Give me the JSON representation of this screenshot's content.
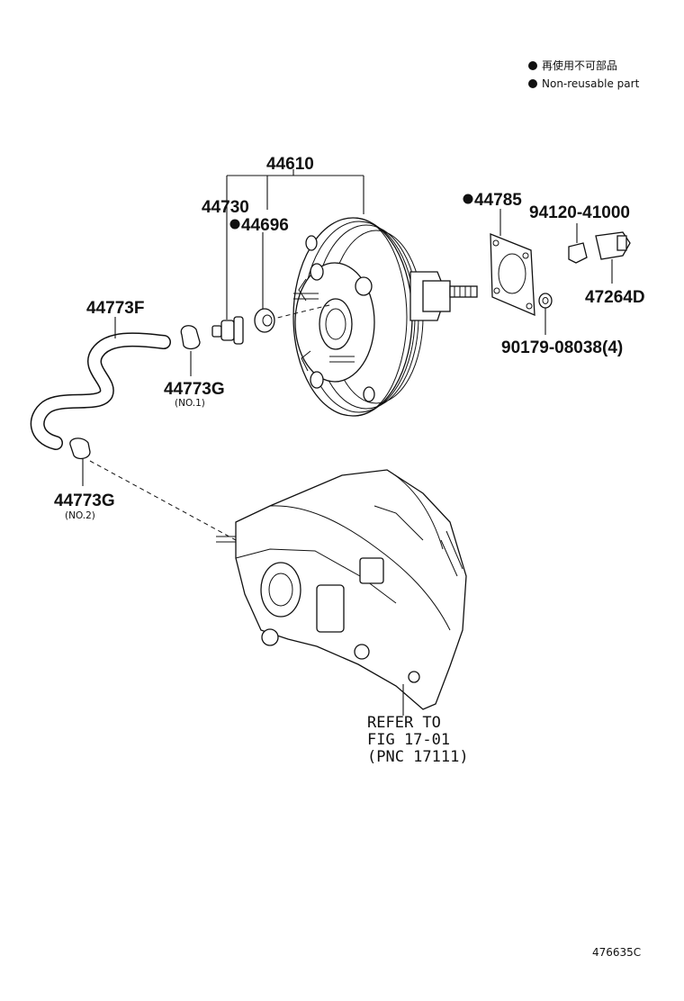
{
  "legend": {
    "jp": "再使用不可部品",
    "en": "Non-reusable part",
    "marker_color": "#111111"
  },
  "parts": {
    "p44610": "44610",
    "p44730": "44730",
    "p44696": "44696",
    "p44785": "44785",
    "p94120": "94120-41000",
    "p47264D": "47264D",
    "p90179": "90179-08038(4)",
    "p44773F": "44773F",
    "p44773G_1": "44773G",
    "p44773G_1_note": "(NO.1)",
    "p44773G_2": "44773G",
    "p44773G_2_note": "(NO.2)"
  },
  "refer": {
    "line1": "REFER TO",
    "line2": "FIG 17-01",
    "line3": "(PNC 17111)"
  },
  "figure_code": "476635C",
  "icons": [
    "non-reusable-marker",
    "brake-booster",
    "vacuum-hose",
    "hose-clamp",
    "check-valve",
    "grommet",
    "gasket",
    "nut",
    "bracket",
    "master-cylinder-housing"
  ]
}
